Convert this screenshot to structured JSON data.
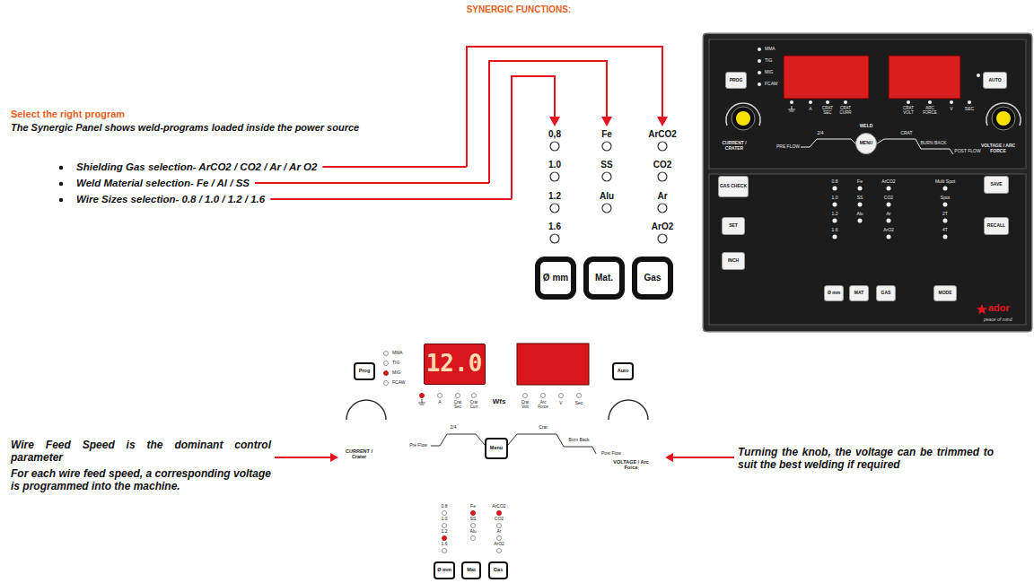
{
  "diagram": {
    "title": "SYNERGIC FUNCTIONS:",
    "nodes": [
      {
        "text": [
          "ador",
          "peace of mind"
        ]
      },
      {
        "text": [
          "PROG"
        ],
        "in": 0
      },
      {
        "text": [
          "AUTO"
        ],
        "in": 0
      },
      {
        "text": [
          "MENU"
        ],
        "in": 0
      },
      {
        "text": [
          "GAS CHECK"
        ],
        "in": 0
      },
      {
        "text": [
          "SET"
        ],
        "in": 0
      },
      {
        "text": [
          "INCH"
        ],
        "in": 0
      },
      {
        "text": [
          "SAVE"
        ],
        "in": 0
      },
      {
        "text": [
          "RECALL"
        ],
        "in": 0
      },
      {
        "text": [
          "Ø mm"
        ],
        "in": 0
      },
      {
        "text": [
          "MAT"
        ],
        "in": 0
      },
      {
        "text": [
          "GAS"
        ],
        "in": 0
      },
      {
        "text": [
          "MODE"
        ],
        "in": 0
      },
      {
        "text": [
          "Ø mm"
        ]
      },
      {
        "text": [
          "Mat."
        ]
      },
      {
        "text": [
          "Gas"
        ]
      },
      {
        "text": [
          "Prog"
        ]
      },
      {
        "text": [
          "12.0"
        ]
      },
      {
        "text": [
          "Auto"
        ]
      },
      {
        "text": [
          "Menu"
        ]
      },
      {
        "text": [
          "Ø mm"
        ]
      },
      {
        "text": [
          "Mat"
        ]
      },
      {
        "text": [
          "Gas"
        ]
      }
    ],
    "labels": [
      "Select the right program",
      "The Synergic Panel shows weld-programs loaded inside the power source",
      "Shielding Gas selection- ArCO2 / CO2 / Ar / Ar O2",
      "Weld Material selection- Fe / Al / SS",
      "Wire Sizes selection- 0.8 / 1.0 / 1.2 / 1.6",
      "0,8",
      "1.0",
      "1.2",
      "1.6",
      "Fe",
      "SS",
      "Alu",
      "ArCO2",
      "CO2",
      "Ar",
      "ArO2",
      "MMA",
      "TIG",
      "MIG",
      "FCAW",
      "A",
      "CRAT SEC",
      "CRAT CURR",
      "CRAT VOLT",
      "ARC FORCE",
      "V",
      "SEC",
      "WELD",
      "2/4",
      "PRE FLOW",
      "CRAT",
      "BURN BACK",
      "POST FLOW",
      "CURRENT / CRATER",
      "VOLTAGE / ARC FORCE",
      "0.8",
      "1.0",
      "1.2",
      "1.6",
      "Fe",
      "SS",
      "Alu",
      "ArCO2",
      "CO2",
      "Ar",
      "ArO2",
      "Multi Spot",
      "Spot",
      "2T",
      "4T",
      "MMA",
      "TIG",
      "MIG",
      "FCAW",
      "A",
      "Crat Sec",
      "Crat Curr",
      "Wfs",
      "Crat Volt",
      "Arc Force",
      "V",
      "Sec",
      "2/4",
      "Pre Flow",
      "Crat",
      "Burn Back",
      "Post Flow",
      "CURRENT / Crater",
      "VOLTAGE / Arc Force",
      "0.8",
      "1.0",
      "1.2",
      "1.6",
      "Fe",
      "SS",
      "Alu",
      "ArCO2",
      "CO2",
      "Ar",
      "ArO2",
      "Wire Feed Speed is the dominant control parameter",
      "For each wire feed speed, a corresponding voltage is programmed into the machine.",
      "Turning the knob, the voltage can be trimmed to suit the best welding if required"
    ]
  }
}
